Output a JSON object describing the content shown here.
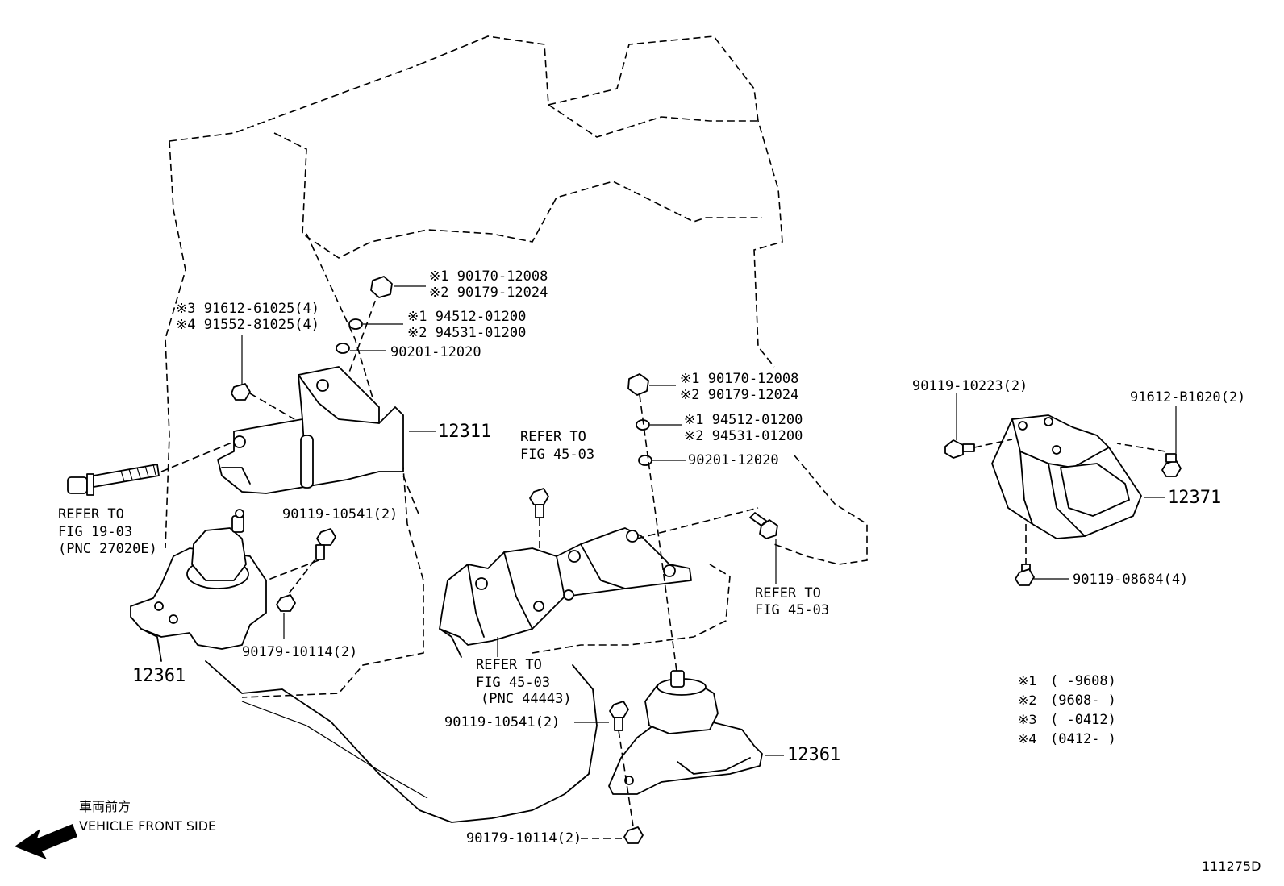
{
  "top_center": {
    "nut": [
      "※1 90170-12008",
      "※2 90179-12024"
    ],
    "washer": [
      "※1 94512-01200",
      "※2 94531-01200"
    ],
    "plate_washer": "90201-12020"
  },
  "left_bolt": [
    "※3 91612-61025(4)",
    "※4 91552-81025(4)"
  ],
  "bracket_top_label": "12311",
  "refer_19": [
    "REFER TO",
    "FIG 19-03",
    "(PNC 27020E)"
  ],
  "left_mount": {
    "label": "12361",
    "bolt": "90119-10541(2)",
    "nut": "90179-10114(2)"
  },
  "center_refer_top": [
    "REFER TO",
    "FIG 45-03"
  ],
  "center_stack": {
    "nut": [
      "※1 90170-12008",
      "※2 90179-12024"
    ],
    "washer": [
      "※1 94512-01200",
      "※2 94531-01200"
    ],
    "plate_washer": "90201-12020"
  },
  "right_refer": [
    "REFER TO",
    "FIG 45-03"
  ],
  "center_refer_bottom": [
    "REFER TO",
    "FIG 45-03",
    "(PNC 44443)"
  ],
  "right_mount": {
    "label": "12361",
    "bolt": "90119-10541(2)",
    "nut": "90179-10114(2)"
  },
  "rear_mount": {
    "label": "12371",
    "bolt_left": "90119-10223(2)",
    "bolt_right": "91612-B1020(2)",
    "bolt_bottom": "90119-08684(4)"
  },
  "legend": [
    {
      "key": "※1",
      "range": "(      -9608)"
    },
    {
      "key": "※2",
      "range": "(9608-      )"
    },
    {
      "key": "※3",
      "range": "(      -0412)"
    },
    {
      "key": "※4",
      "range": "(0412-      )"
    }
  ],
  "front_side": {
    "jp": "車両前方",
    "en": "VEHICLE FRONT SIDE"
  },
  "diagram_id": "111275D"
}
